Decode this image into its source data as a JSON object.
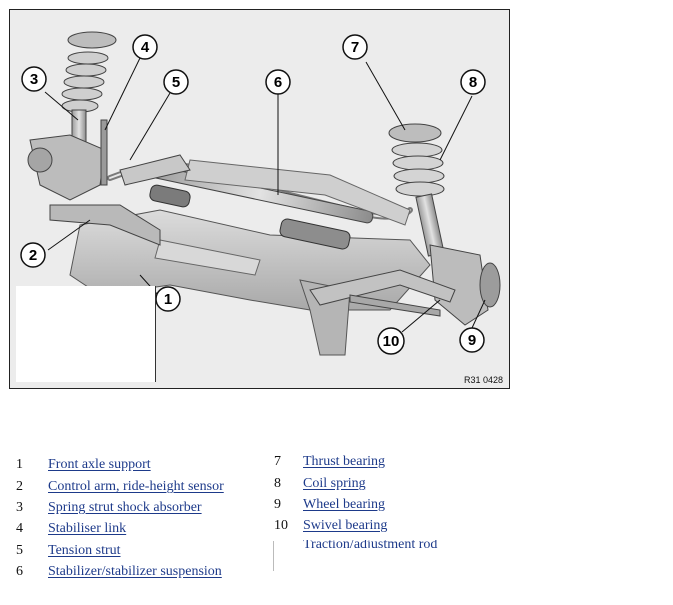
{
  "figure": {
    "code": "R31 0428",
    "callouts": [
      "1",
      "2",
      "3",
      "4",
      "5",
      "6",
      "7",
      "8",
      "9",
      "10"
    ]
  },
  "legend": {
    "items": [
      {
        "num": "1",
        "label": "Front axle support"
      },
      {
        "num": "2",
        "label": "Control arm, ride-height sensor"
      },
      {
        "num": "3",
        "label": "Spring strut shock absorber"
      },
      {
        "num": "4",
        "label": "Stabiliser link"
      },
      {
        "num": "5",
        "label": "Tension strut"
      },
      {
        "num": "6",
        "label": "Stabilizer/stabilizer suspension"
      },
      {
        "num": "7",
        "label": "Thrust bearing"
      },
      {
        "num": "8",
        "label": "Coil spring"
      },
      {
        "num": "9",
        "label": "Wheel bearing"
      },
      {
        "num": "10",
        "label": "Swivel bearing"
      }
    ],
    "cut_off_text": "Traction/adjustment rod"
  },
  "colors": {
    "link": "#1d3a8a",
    "figure_bg": "#ececec",
    "metal": "#c9c9c9",
    "metal_dark": "#8a8a8a"
  }
}
